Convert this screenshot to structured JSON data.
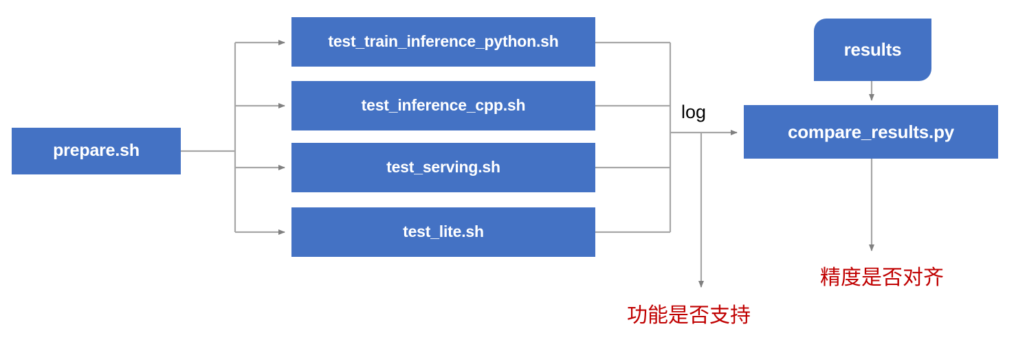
{
  "diagram": {
    "title": "PaddlePaddle TIPC test pipeline flowchart",
    "colors": {
      "node_fill": "#4472C4",
      "node_text": "#FFFFFF",
      "note_text": "#C00000",
      "wire": "#A6A6A6",
      "background": "#FFFFFF"
    },
    "nodes": {
      "prepare": {
        "label": "prepare.sh"
      },
      "branch_1": {
        "label": "test_train_inference_python.sh"
      },
      "branch_2": {
        "label": "test_inference_cpp.sh"
      },
      "branch_3": {
        "label": "test_serving.sh"
      },
      "branch_4": {
        "label": "test_lite.sh"
      },
      "results": {
        "label": "results"
      },
      "compare": {
        "label": "compare_results.py"
      }
    },
    "edge_labels": {
      "log": "log"
    },
    "notes": {
      "feature_support": "功能是否支持",
      "precision_aligned": "精度是否对齐"
    }
  }
}
